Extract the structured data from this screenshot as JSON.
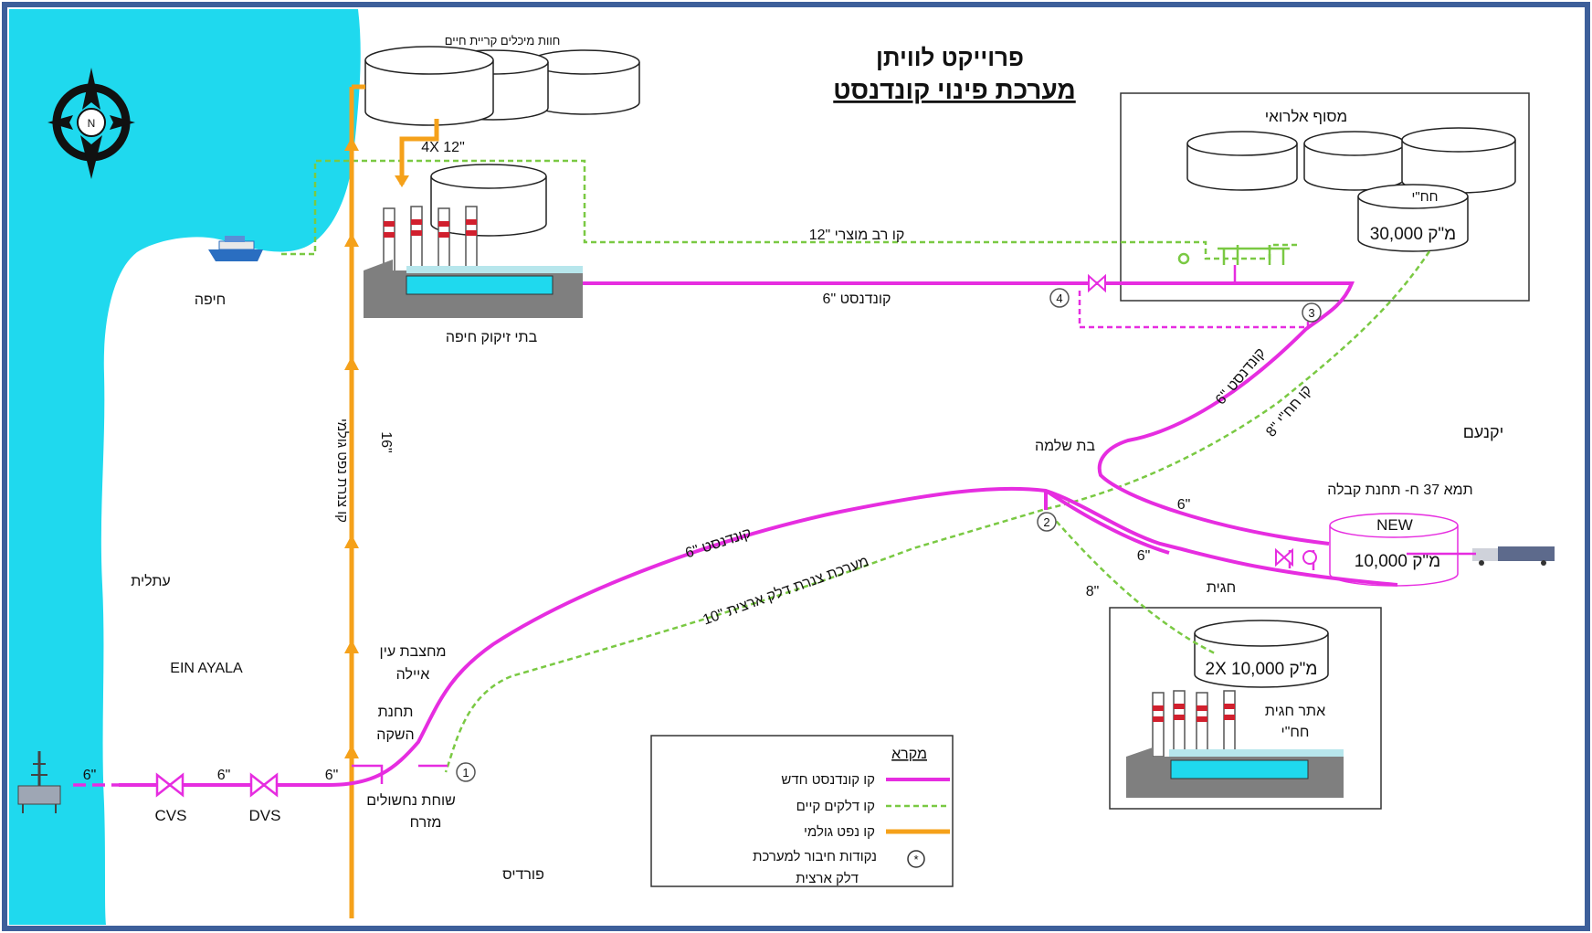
{
  "title": {
    "line1": "פרוייקט לוויתן",
    "line2": "מערכת פינוי קונדנסט"
  },
  "compass": {
    "north": "N"
  },
  "colors": {
    "sea": "#1fd9ee",
    "frame": "#3d5f9a",
    "condensate": "#e62de0",
    "fuel": "#7ac943",
    "crude": "#f5a11a"
  },
  "places": {
    "haifa": "חיפה",
    "atlit": "עתלית",
    "ein_ayala": "EIN AYALA",
    "fureidis": "פורדיס",
    "yokneam": "יקנעם",
    "bat_shlomo": "בת שלמה",
    "hagit": "חגית"
  },
  "sites": {
    "kiryat_haim_tanks": "חוות מיכלים קריית חיים",
    "refineries": "בתי זיקוק חיפה",
    "alroei_terminal": "מסוף אלרואי",
    "alroei_tank_tag": "חח\"י",
    "alroei_tank_cap": "30,000 מ\"ק",
    "reception_station": "תמא 37 ח- תחנת קבלה",
    "new_tank_tag": "NEW",
    "new_tank_cap": "10,000 מ\"ק",
    "hagit_tanks_cap": "2X 10,000 מ\"ק",
    "hagit_site_line1": "אתר חגית",
    "hagit_site_line2": "חח\"י",
    "ein_ayala_quarry_line1": "מחצבת עין",
    "ein_ayala_quarry_line2": "איילה",
    "launch_station_line1": "תחנת",
    "launch_station_line2": "השקה",
    "valve_chamber_line1": "שוחת נחשולים",
    "valve_chamber_line2": "מזרח"
  },
  "pipes": {
    "crude_4x12": "4X 12\"",
    "products_12": "קו רב מוצרי \"12",
    "condensate_6_top": "קונדנסט \"6",
    "condensate_6_curve": "קונדנסט \"6",
    "iec_line_8": "קו חח\"י \"8",
    "condensate_6_main": "קונדנסט \"6",
    "fuel_system_10": "מערכת צנרת דלק ארצית \"10",
    "crude_line_label": "קו צנרת נפט גולמי",
    "crude_16": "16\"",
    "six_a": "6\"",
    "six_b": "6\"",
    "eight_hagit": "8\"",
    "six_offshore": "6\"",
    "six_mid": "6\"",
    "six_shore": "6\"",
    "cvs": "CVS",
    "dvs": "DVS"
  },
  "connection_points": [
    "1",
    "2",
    "3",
    "4"
  ],
  "legend": {
    "title": "מקרא",
    "items": [
      {
        "label": "קו קונדנסט חדש",
        "kind": "condensate"
      },
      {
        "label": "קו דלקים קיים",
        "kind": "fuel"
      },
      {
        "label": "קו נפט גולמי",
        "kind": "crude"
      }
    ],
    "connection_line1": "נקודות חיבור למערכת",
    "connection_line2": "דלק ארצית"
  }
}
